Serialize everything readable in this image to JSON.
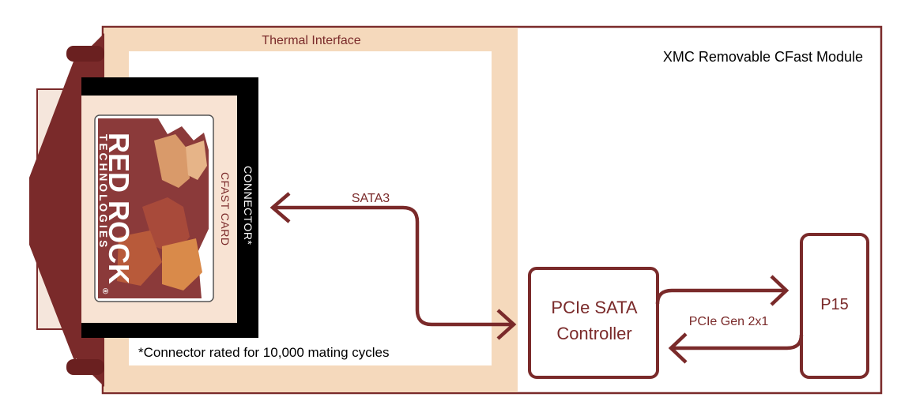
{
  "module_title": "XMC Removable CFast Module",
  "thermal_interface_label": "Thermal Interface",
  "connector_label": "CONNECTOR*",
  "cfast_card_label": "CFAST CARD",
  "card_logo": {
    "line1": "RED ROCK",
    "line2": "TECHNOLOGIES",
    "registered": "®"
  },
  "sata_label": "SATA3",
  "controller_label": {
    "line1": "PCIe SATA",
    "line2": "Controller"
  },
  "pcie_label": "PCIe Gen 2x1",
  "p15_label": "P15",
  "footnote": "*Connector rated for 10,000 mating cycles",
  "colors": {
    "maroon": "#7a2a2a",
    "thermal": "#f5d9bc",
    "card_bg": "#f8e3d3",
    "black": "#000000"
  }
}
